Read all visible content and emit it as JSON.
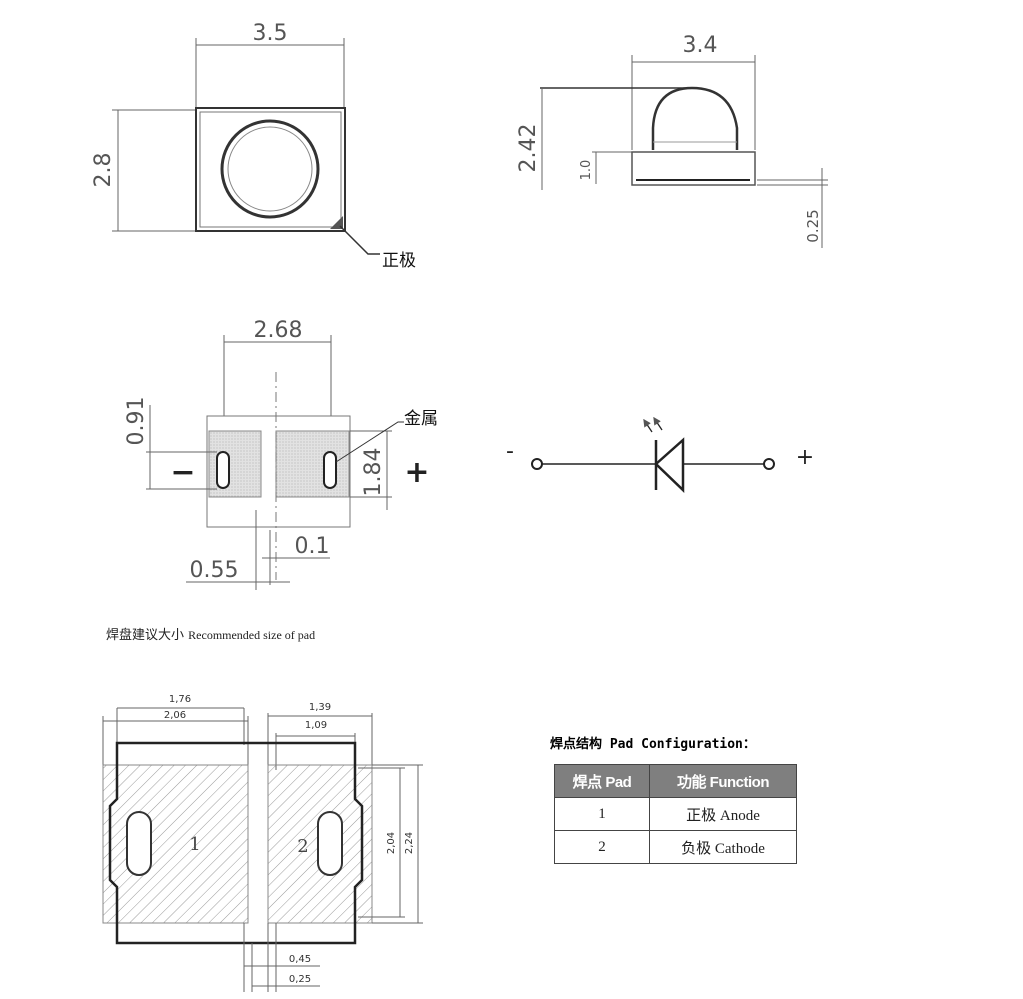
{
  "top_view": {
    "width_label": "3.5",
    "height_label": "2.8",
    "anode_mark_label": "正极"
  },
  "side_view": {
    "width_label": "3.4",
    "total_height_label": "2.42",
    "base_height_label": "1.0",
    "pad_thickness_label": "0.25"
  },
  "bottom_view": {
    "pad_span_label": "2.68",
    "pad_offset_label": "0.91",
    "pad_height_label": "1.84",
    "metal_label": "金属",
    "minus_sign": "−",
    "plus_sign": "+",
    "gap_label": "0.1",
    "edge_label": "0.55"
  },
  "symbol": {
    "minus_label": "-",
    "plus_label": "+"
  },
  "pad_caption": {
    "chinese": "焊盘建议大小",
    "english": "Recommended size of pad"
  },
  "pad_drawing": {
    "left_outer_label": "1,76",
    "left_inner_label": "2,06",
    "right_outer_label": "1,39",
    "right_inner_label": "1,09",
    "inner_height_label": "2,04",
    "outer_height_label": "2,24",
    "gap_outer_label": "0,45",
    "gap_inner_label": "0,25",
    "pad1_number": "1",
    "pad2_number": "2"
  },
  "pad_config": {
    "title": "焊点结构 Pad Configuration：",
    "headers": [
      "焊点 Pad",
      "功能 Function"
    ],
    "rows": [
      [
        "1",
        "正极 Anode"
      ],
      [
        "2",
        "负极 Cathode"
      ]
    ]
  }
}
